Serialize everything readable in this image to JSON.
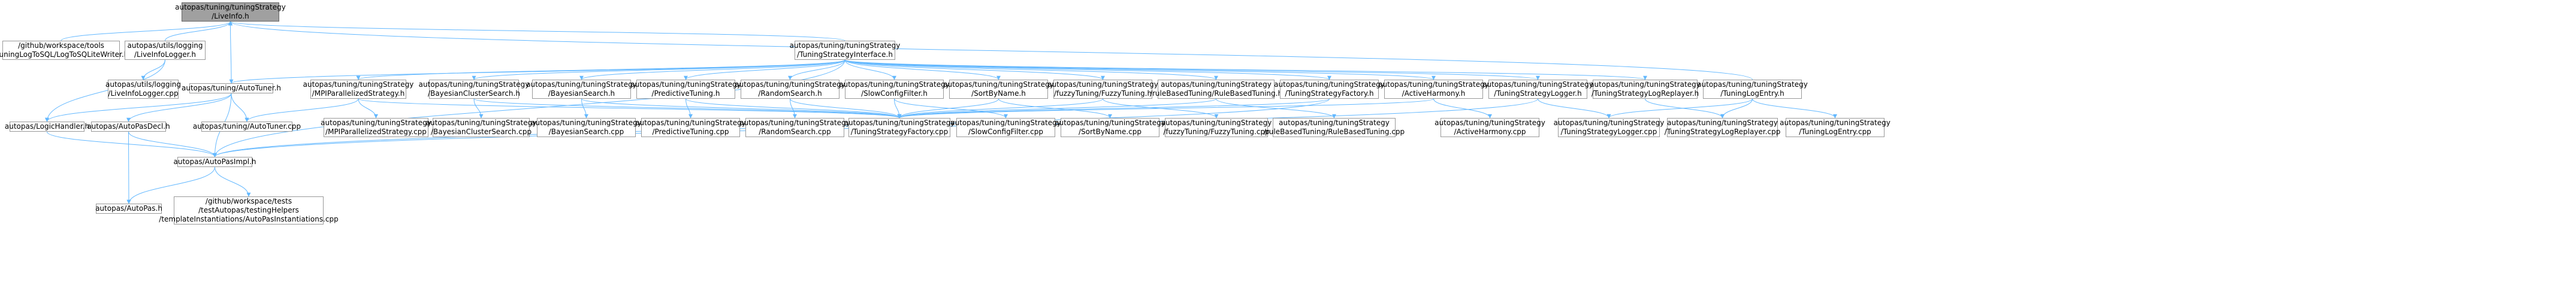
{
  "colors": {
    "edge": "#63b8ff",
    "border": "#999999",
    "root_fill": "#a0a0a0",
    "node_fill": "#ffffff"
  },
  "nodes": {
    "root": {
      "line1": "autopas/tuning/tuningStrategy",
      "line2": "/LiveInfo.h"
    },
    "toSqlite": {
      "line1": "/github/workspace/tools",
      "line2": "/tuningLogToSQL/LogToSQLiteWriter.h"
    },
    "liveInfoLoggerH": {
      "line1": "autopas/utils/logging",
      "line2": "/LiveInfoLogger.h"
    },
    "tsInterface": {
      "line1": "autopas/tuning/tuningStrategy",
      "line2": "/TuningStrategyInterface.h"
    },
    "autoTunerH": {
      "line1": "autopas/tuning/AutoTuner.h",
      "line2": ""
    },
    "liveInfoLoggerCpp": {
      "line1": "autopas/utils/logging",
      "line2": "/LiveInfoLogger.cpp"
    },
    "logicHandler": {
      "line1": "autopas/LogicHandler.h",
      "line2": ""
    },
    "autoPasDecl": {
      "line1": "autopas/AutoPasDecl.h",
      "line2": ""
    },
    "autoTunerCpp": {
      "line1": "autopas/tuning/AutoTuner.cpp",
      "line2": ""
    },
    "autoPasImpl": {
      "line1": "autopas/AutoPasImpl.h",
      "line2": ""
    },
    "autoPasH": {
      "line1": "autopas/AutoPas.h",
      "line2": ""
    },
    "autoPasInst": {
      "line1": "/github/workspace/tests",
      "line2": "/testAutopas/testingHelpers",
      "line3": "/templateInstantiations/AutoPasInstantiations.cpp"
    },
    "mpiH": {
      "line1": "autopas/tuning/tuningStrategy",
      "line2": "/MPIParallelizedStrategy.h"
    },
    "bcsH": {
      "line1": "autopas/tuning/tuningStrategy",
      "line2": "/BayesianClusterSearch.h"
    },
    "bsH": {
      "line1": "autopas/tuning/tuningStrategy",
      "line2": "/BayesianSearch.h"
    },
    "ptH": {
      "line1": "autopas/tuning/tuningStrategy",
      "line2": "/PredictiveTuning.h"
    },
    "rsH": {
      "line1": "autopas/tuning/tuningStrategy",
      "line2": "/RandomSearch.h"
    },
    "scfH": {
      "line1": "autopas/tuning/tuningStrategy",
      "line2": "/SlowConfigFilter.h"
    },
    "sbnH": {
      "line1": "autopas/tuning/tuningStrategy",
      "line2": "/SortByName.h"
    },
    "fuzzyH": {
      "line1": "autopas/tuning/tuningStrategy",
      "line2": "/fuzzyTuning/FuzzyTuning.h"
    },
    "rbtH": {
      "line1": "autopas/tuning/tuningStrategy",
      "line2": "/ruleBasedTuning/RuleBasedTuning.h"
    },
    "tsfH": {
      "line1": "autopas/tuning/tuningStrategy",
      "line2": "/TuningStrategyFactory.h"
    },
    "ahH": {
      "line1": "autopas/tuning/tuningStrategy",
      "line2": "/ActiveHarmony.h"
    },
    "tslH": {
      "line1": "autopas/tuning/tuningStrategy",
      "line2": "/TuningStrategyLogger.h"
    },
    "tslrH": {
      "line1": "autopas/tuning/tuningStrategy",
      "line2": "/TuningStrategyLogReplayer.h"
    },
    "tleH": {
      "line1": "autopas/tuning/tuningStrategy",
      "line2": "/TuningLogEntry.h"
    },
    "mpiCpp": {
      "line1": "autopas/tuning/tuningStrategy",
      "line2": "/MPIParallelizedStrategy.cpp"
    },
    "bcsCpp": {
      "line1": "autopas/tuning/tuningStrategy",
      "line2": "/BayesianClusterSearch.cpp"
    },
    "bsCpp": {
      "line1": "autopas/tuning/tuningStrategy",
      "line2": "/BayesianSearch.cpp"
    },
    "ptCpp": {
      "line1": "autopas/tuning/tuningStrategy",
      "line2": "/PredictiveTuning.cpp"
    },
    "rsCpp": {
      "line1": "autopas/tuning/tuningStrategy",
      "line2": "/RandomSearch.cpp"
    },
    "tsfCpp": {
      "line1": "autopas/tuning/tuningStrategy",
      "line2": "/TuningStrategyFactory.cpp"
    },
    "scfCpp": {
      "line1": "autopas/tuning/tuningStrategy",
      "line2": "/SlowConfigFilter.cpp"
    },
    "sbnCpp": {
      "line1": "autopas/tuning/tuningStrategy",
      "line2": "/SortByName.cpp"
    },
    "fuzzyCpp": {
      "line1": "autopas/tuning/tuningStrategy",
      "line2": "/fuzzyTuning/FuzzyTuning.cpp"
    },
    "rbtCpp": {
      "line1": "autopas/tuning/tuningStrategy",
      "line2": "/ruleBasedTuning/RuleBasedTuning.cpp"
    },
    "ahCpp": {
      "line1": "autopas/tuning/tuningStrategy",
      "line2": "/ActiveHarmony.cpp"
    },
    "tslCpp": {
      "line1": "autopas/tuning/tuningStrategy",
      "line2": "/TuningStrategyLogger.cpp"
    },
    "tslrCpp": {
      "line1": "autopas/tuning/tuningStrategy",
      "line2": "/TuningStrategyLogReplayer.cpp"
    },
    "tleCpp": {
      "line1": "autopas/tuning/tuningStrategy",
      "line2": "/TuningLogEntry.cpp"
    }
  },
  "edges": [
    [
      "toSqlite",
      "root"
    ],
    [
      "liveInfoLoggerH",
      "root"
    ],
    [
      "tsInterface",
      "root"
    ],
    [
      "autoTunerH",
      "root"
    ],
    [
      "tleH",
      "root"
    ],
    [
      "liveInfoLoggerH",
      "liveInfoLoggerCpp"
    ],
    [
      "liveInfoLoggerH",
      "logicHandler"
    ],
    [
      "autoTunerH",
      "logicHandler"
    ],
    [
      "autoTunerH",
      "autoPasDecl"
    ],
    [
      "autoTunerH",
      "autoTunerCpp"
    ],
    [
      "autoTunerH",
      "autoPasImpl"
    ],
    [
      "logicHandler",
      "autoPasImpl"
    ],
    [
      "autoPasDecl",
      "autoPasImpl"
    ],
    [
      "autoPasDecl",
      "autoPasH"
    ],
    [
      "autoPasImpl",
      "autoPasH"
    ],
    [
      "autoPasImpl",
      "autoPasInst"
    ],
    [
      "tsInterface",
      "autoTunerH"
    ],
    [
      "tsInterface",
      "autoPasImpl"
    ],
    [
      "tsInterface",
      "mpiH"
    ],
    [
      "tsInterface",
      "bcsH"
    ],
    [
      "tsInterface",
      "bsH"
    ],
    [
      "tsInterface",
      "ptH"
    ],
    [
      "tsInterface",
      "rsH"
    ],
    [
      "tsInterface",
      "scfH"
    ],
    [
      "tsInterface",
      "sbnH"
    ],
    [
      "tsInterface",
      "fuzzyH"
    ],
    [
      "tsInterface",
      "rbtH"
    ],
    [
      "tsInterface",
      "tsfH"
    ],
    [
      "tsInterface",
      "ahH"
    ],
    [
      "tsInterface",
      "tslH"
    ],
    [
      "tsInterface",
      "tslrH"
    ],
    [
      "mpiH",
      "autoTunerCpp"
    ],
    [
      "mpiH",
      "mpiCpp"
    ],
    [
      "mpiH",
      "tsfCpp"
    ],
    [
      "bcsH",
      "bcsCpp"
    ],
    [
      "bcsH",
      "tsfCpp"
    ],
    [
      "bsH",
      "bsCpp"
    ],
    [
      "bsH",
      "tsfCpp"
    ],
    [
      "ptH",
      "ptCpp"
    ],
    [
      "ptH",
      "tsfCpp"
    ],
    [
      "rsH",
      "rsCpp"
    ],
    [
      "rsH",
      "tsfCpp"
    ],
    [
      "scfH",
      "scfCpp"
    ],
    [
      "scfH",
      "tsfCpp"
    ],
    [
      "sbnH",
      "sbnCpp"
    ],
    [
      "sbnH",
      "tsfCpp"
    ],
    [
      "fuzzyH",
      "fuzzyCpp"
    ],
    [
      "fuzzyH",
      "tsfCpp"
    ],
    [
      "rbtH",
      "rbtCpp"
    ],
    [
      "rbtH",
      "tsfCpp"
    ],
    [
      "tsfH",
      "tsfCpp"
    ],
    [
      "tsfH",
      "autoPasImpl"
    ],
    [
      "ahH",
      "ahCpp"
    ],
    [
      "ahH",
      "tsfCpp"
    ],
    [
      "tslH",
      "tslCpp"
    ],
    [
      "tslH",
      "autoPasImpl"
    ],
    [
      "tslrH",
      "tslrCpp"
    ],
    [
      "tleH",
      "tleCpp"
    ],
    [
      "tleH",
      "tslCpp"
    ],
    [
      "tleH",
      "tslrCpp"
    ]
  ]
}
